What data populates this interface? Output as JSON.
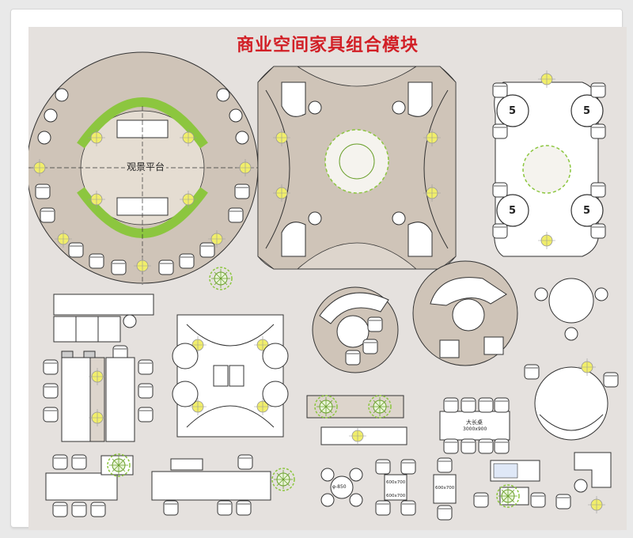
{
  "title": "商业空间家具组合模块",
  "labels": {
    "platform": "观景平台",
    "table_number": "5",
    "long_table": "大长桌",
    "long_table_dims": "3000x900",
    "round_table_dims": "φ-850",
    "square_table_a": "600x700",
    "square_table_b": "600x700",
    "square_table_c": "600x700"
  },
  "colors": {
    "background": "#e5e1de",
    "floor_dark": "#cfc4b8",
    "floor_light": "#ddd5cc",
    "line": "#333333",
    "light_fixture": "#f1ee6a",
    "plant": "#8cc63f",
    "title": "#d21f26"
  }
}
